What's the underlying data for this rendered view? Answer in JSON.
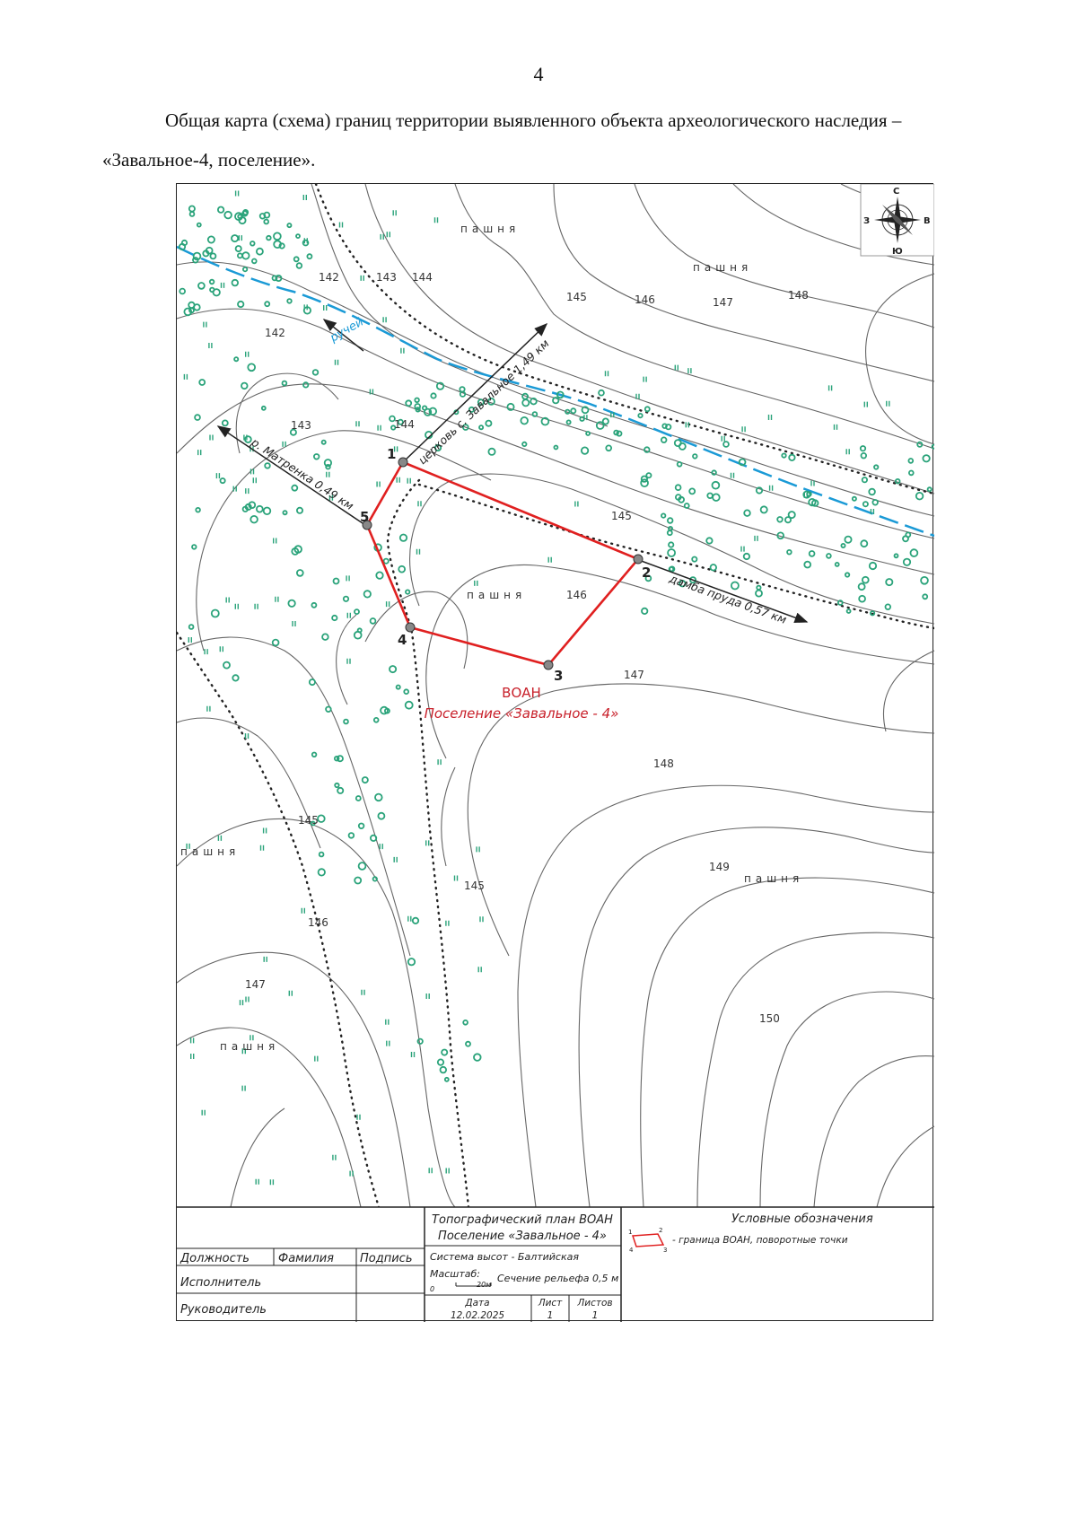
{
  "page": {
    "number": "4",
    "caption_line1": "Общая карта (схема) границ территории выявленного объекта археологического наследия –",
    "caption_line2": "«Завальное-4, поселение»."
  },
  "map": {
    "compass": {
      "n": "С",
      "s": "Ю",
      "w": "З",
      "e": "В"
    },
    "field_label": "пашня",
    "contours": {
      "c142a": "142",
      "c142b": "142",
      "c143a": "143",
      "c143b": "143",
      "c144a": "144",
      "c144b": "144",
      "c145a": "145",
      "c145b": "145",
      "c145c": "145",
      "c145d": "145",
      "c146a": "146",
      "c146b": "146",
      "c146c": "146",
      "c147a": "147",
      "c147b": "147",
      "c147c": "147",
      "c148a": "148",
      "c148b": "148",
      "c149": "149",
      "c150": "150"
    },
    "stream_label": "ручей",
    "directions": {
      "church": "церковь с. Завальное 1,49 км",
      "river": "р. Матренка 0,49 км",
      "dam": "дамба пруда 0,57 км"
    },
    "points": [
      "1",
      "2",
      "3",
      "4",
      "5"
    ],
    "object_title": "ВОАН",
    "object_name": "Поселение «Завальное - 4»",
    "colors": {
      "boundary": "#e02020",
      "stream": "#1a9ad6",
      "vegetation": "#2aa37a",
      "contour": "#555555"
    }
  },
  "titleblock": {
    "plan_title_1": "Топографический план ВОАН",
    "plan_title_2": "Поселение «Завальное - 4»",
    "height_system": "Система высот - Балтийская",
    "scale_label": "Масштаб:",
    "scale_0": "0",
    "scale_20": "20м",
    "relief_section": "Сечение рельефа 0,5 м",
    "date_label": "Дата",
    "date_value": "12.02.2025",
    "sheet_label": "Лист",
    "sheet_value": "1",
    "sheets_label": "Листов",
    "sheets_value": "1",
    "col_position": "Должность",
    "col_surname": "Фамилия",
    "col_signature": "Подпись",
    "row_executor": "Исполнитель",
    "row_head": "Руководитель",
    "legend_title": "Условные обозначения",
    "legend_text": "- граница ВОАН, поворотные точки",
    "legend_p1": "1",
    "legend_p2": "2",
    "legend_p3": "3",
    "legend_p4": "4"
  }
}
